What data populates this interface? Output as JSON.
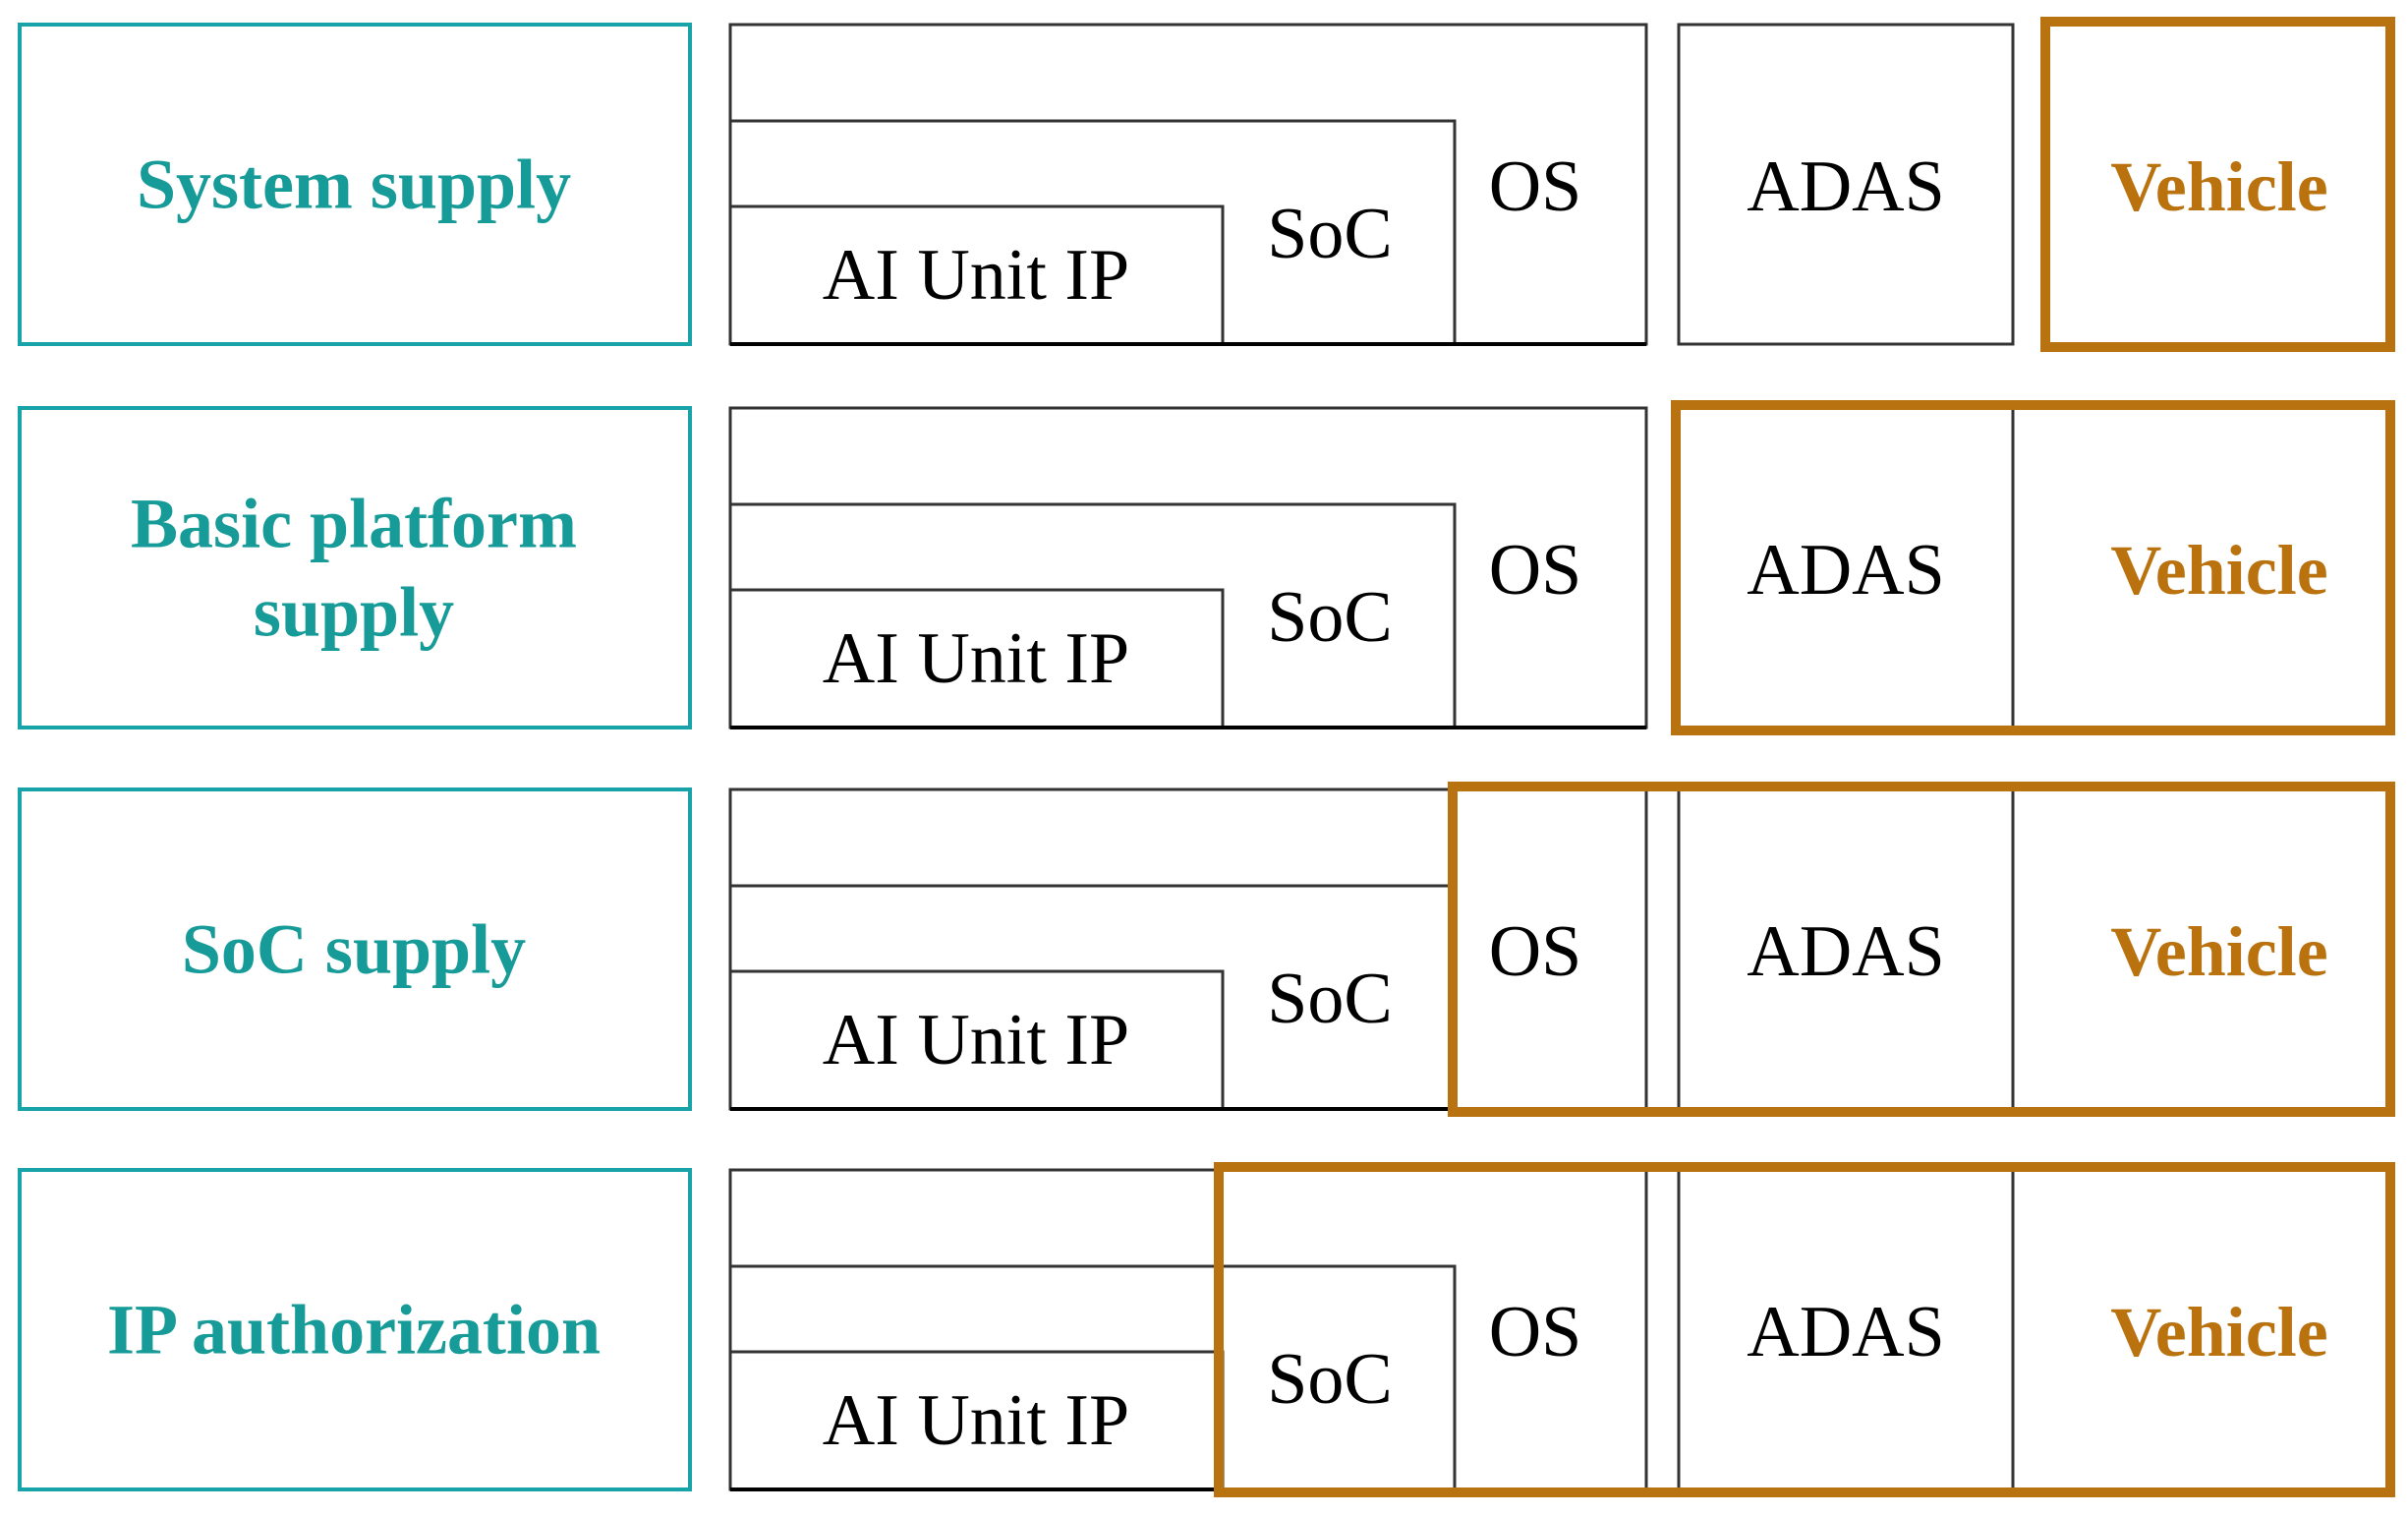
{
  "colors": {
    "label": "#169b98",
    "label_border": "#17a3a8",
    "scope": "#b8720f",
    "vehicle_text": "#b9720e",
    "layer_border": "#333333"
  },
  "rows": [
    {
      "label_lines": [
        "System supply"
      ],
      "ai_unit": "AI Unit IP",
      "soc": "SoC",
      "os": "OS",
      "adas": "ADAS",
      "vehicle": "Vehicle",
      "supply_scope": "Vehicle"
    },
    {
      "label_lines": [
        "Basic platform",
        "supply"
      ],
      "ai_unit": "AI Unit IP",
      "soc": "SoC",
      "os": "OS",
      "adas": "ADAS",
      "vehicle": "Vehicle",
      "supply_scope": "ADAS"
    },
    {
      "label_lines": [
        "SoC supply"
      ],
      "ai_unit": "AI Unit IP",
      "soc": "SoC",
      "os": "OS",
      "adas": "ADAS",
      "vehicle": "Vehicle",
      "supply_scope": "OS"
    },
    {
      "label_lines": [
        "IP authorization"
      ],
      "ai_unit": "AI Unit IP",
      "soc": "SoC",
      "os": "OS",
      "adas": "ADAS",
      "vehicle": "Vehicle",
      "supply_scope": "SoC"
    }
  ]
}
